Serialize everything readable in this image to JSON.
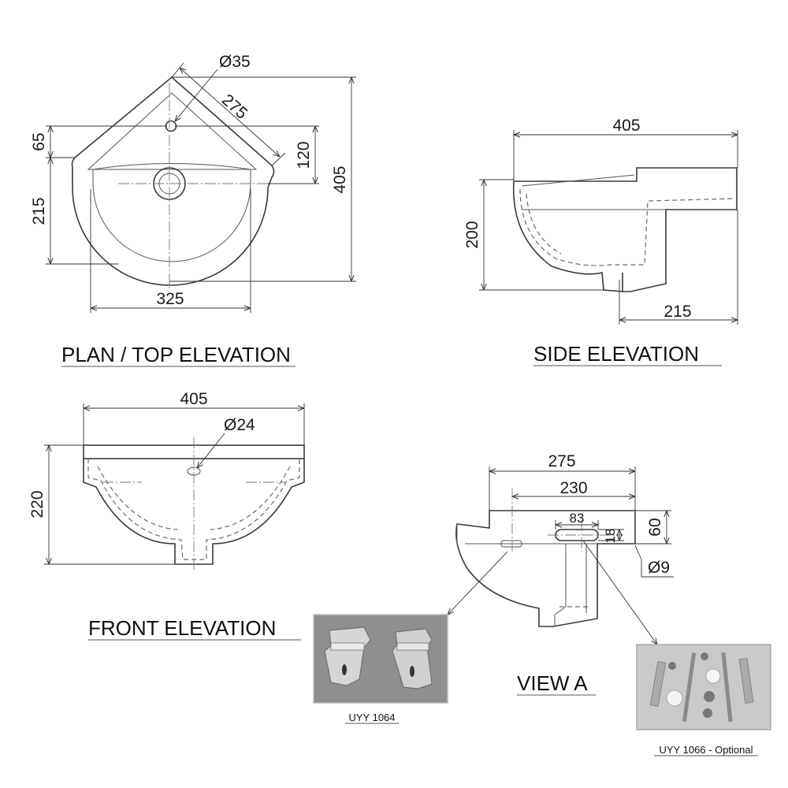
{
  "views": {
    "plan": {
      "title": "PLAN / TOP ELEVATION",
      "dims": {
        "tap_hole": "Ø35",
        "edge": "275",
        "d65": "65",
        "d120": "120",
        "d405": "405",
        "d215": "215",
        "d325": "325"
      }
    },
    "side": {
      "title": "SIDE ELEVATION",
      "dims": {
        "d405": "405",
        "d200": "200",
        "d215": "215"
      }
    },
    "front": {
      "title": "FRONT ELEVATION",
      "dims": {
        "d405": "405",
        "waste": "Ø24",
        "d220": "220"
      }
    },
    "view_a": {
      "title": "VIEW A",
      "dims": {
        "d275": "275",
        "d230": "230",
        "d83": "83",
        "d60": "60",
        "d18": "18",
        "d9": "Ø9"
      }
    }
  },
  "photos": {
    "bracket": {
      "caption": "UYY 1064"
    },
    "fixings": {
      "caption": "UYY 1066 - Optional"
    }
  },
  "colors": {
    "line": "#3a3a3a",
    "photo_bg": "#8f8f8f",
    "photo_light": "#c9c9c9"
  }
}
